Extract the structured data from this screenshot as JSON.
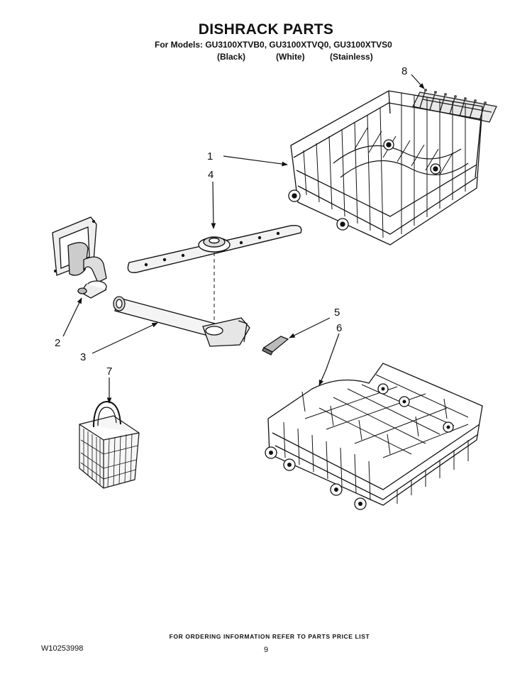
{
  "header": {
    "title": "DISHRACK PARTS",
    "models_line": "For Models: GU3100XTVB0, GU3100XTVQ0, GU3100XTVS0",
    "variants": [
      "(Black)",
      "(White)",
      "(Stainless)"
    ]
  },
  "callouts": [
    "1",
    "2",
    "3",
    "4",
    "5",
    "6",
    "7",
    "8"
  ],
  "footer": {
    "ordering_note": "FOR ORDERING INFORMATION REFER TO PARTS PRICE LIST",
    "doc_number": "W10253998",
    "page_number": "9"
  }
}
